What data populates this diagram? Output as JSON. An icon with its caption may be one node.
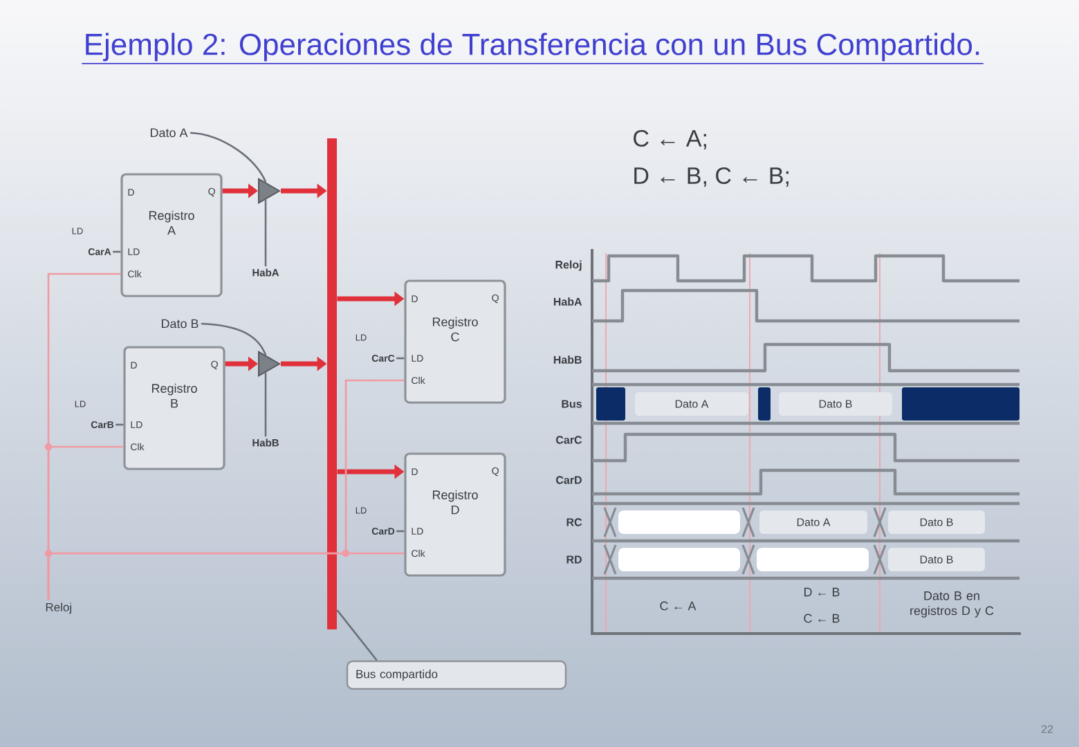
{
  "diagram": {
    "title": "Ejemplo 2: Operaciones de Transferencia con un Bus Compartido.",
    "nodes": [
      {
        "text": [
          "Dato A"
        ]
      },
      {
        "text": [
          "LD",
          "CarA"
        ]
      },
      {
        "text": [
          "D",
          "Q",
          "Registro A",
          "LD",
          "Clk"
        ]
      },
      {
        "text": [],
        "shape": "triangle"
      },
      {
        "text": [
          "HabA"
        ]
      },
      {
        "text": [
          "Dato B"
        ]
      },
      {
        "text": [
          "LD",
          "CarB"
        ]
      },
      {
        "text": [
          "D",
          "Q",
          "Registro B",
          "LD",
          "Clk"
        ]
      },
      {
        "text": [],
        "shape": "triangle"
      },
      {
        "text": [
          "HabB"
        ]
      },
      {
        "text": [],
        "shape": "bar"
      },
      {
        "text": [
          "LD",
          "CarC"
        ]
      },
      {
        "text": [
          "D",
          "Q",
          "Registro C",
          "LD",
          "Clk"
        ]
      },
      {
        "text": [
          "LD",
          "CarD"
        ]
      },
      {
        "text": [
          "D",
          "Q",
          "Registro D",
          "LD",
          "Clk"
        ]
      },
      {
        "text": [
          "Reloj"
        ]
      },
      {
        "text": [
          "Bus compartido"
        ]
      }
    ],
    "edges": [
      {
        "from": 0,
        "to": 3,
        "arrow": "none"
      },
      {
        "from": 1,
        "to": 2,
        "arrow": "none"
      },
      {
        "from": 2,
        "to": 3,
        "arrow": "to",
        "style": "thick",
        "color": "#e0313b"
      },
      {
        "from": 3,
        "to": 10,
        "arrow": "to",
        "style": "thick",
        "color": "#e0313b"
      },
      {
        "from": 4,
        "to": 3,
        "arrow": "none"
      },
      {
        "from": 5,
        "to": 8,
        "arrow": "none"
      },
      {
        "from": 6,
        "to": 7,
        "arrow": "none"
      },
      {
        "from": 7,
        "to": 8,
        "arrow": "to",
        "style": "thick",
        "color": "#e0313b"
      },
      {
        "from": 8,
        "to": 10,
        "arrow": "to",
        "style": "thick",
        "color": "#e0313b"
      },
      {
        "from": 9,
        "to": 8,
        "arrow": "none"
      },
      {
        "from": 10,
        "to": 12,
        "arrow": "to",
        "style": "thick",
        "color": "#e0313b"
      },
      {
        "from": 11,
        "to": 12,
        "arrow": "none"
      },
      {
        "from": 10,
        "to": 14,
        "arrow": "to",
        "style": "thick",
        "color": "#e0313b"
      },
      {
        "from": 13,
        "to": 14,
        "arrow": "none"
      },
      {
        "from": 15,
        "to": 2,
        "arrow": "none",
        "color": "#f09aa3"
      },
      {
        "from": 15,
        "to": 7,
        "arrow": "none",
        "color": "#f09aa3"
      },
      {
        "from": 15,
        "to": 12,
        "arrow": "none",
        "color": "#f09aa3"
      },
      {
        "from": 15,
        "to": 14,
        "arrow": "none",
        "color": "#f09aa3"
      },
      {
        "from": 16,
        "to": 10,
        "arrow": "none"
      }
    ],
    "labels": [
      "C ← A;",
      "D ← B, C ← B;",
      "Reloj",
      "HabA",
      "HabB",
      "Bus",
      "Dato A",
      "Dato B",
      "CarC",
      "CarD",
      "RC",
      "Dato A",
      "Dato B",
      "RD",
      "Dato B",
      "C ← A",
      "D ← B",
      "C ← B",
      "Dato B en registros D y C",
      "22"
    ]
  }
}
